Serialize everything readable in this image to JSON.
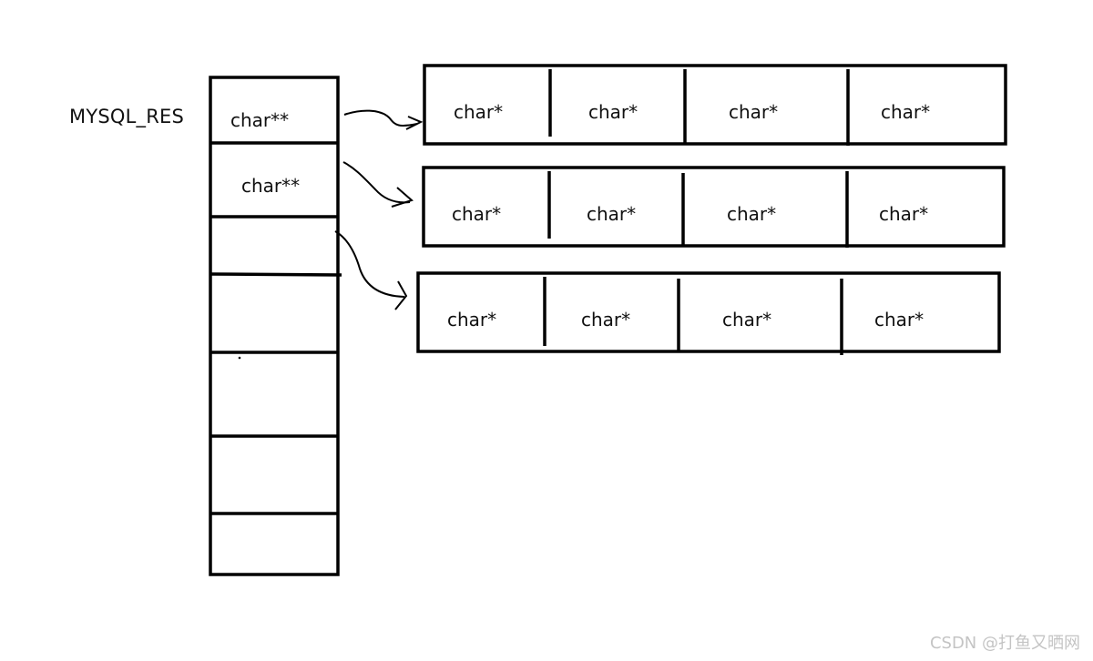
{
  "title": "MYSQL_RES",
  "pointer_column": {
    "cells": [
      {
        "label": "char**"
      },
      {
        "label": "char**"
      },
      {
        "label": ""
      },
      {
        "label": ""
      },
      {
        "label": ""
      },
      {
        "label": ""
      },
      {
        "label": ""
      }
    ]
  },
  "rows": [
    {
      "cells": [
        "char*",
        "char*",
        "char*",
        "char*"
      ]
    },
    {
      "cells": [
        "char*",
        "char*",
        "char*",
        "char*"
      ]
    },
    {
      "cells": [
        "char*",
        "char*",
        "char*",
        "char*"
      ]
    }
  ],
  "watermark": "CSDN @打鱼又晒网",
  "colors": {
    "stroke": "#000000",
    "text": "#111111",
    "watermark": "#c4c4c4"
  }
}
